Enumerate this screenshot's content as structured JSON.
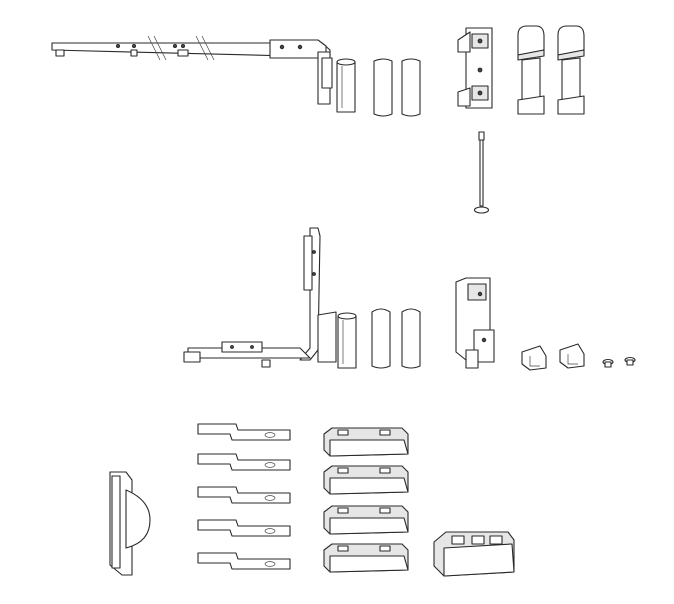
{
  "colors": {
    "line": "#2a2a2a",
    "background": "#ffffff",
    "shade": "#e6e6e6"
  },
  "parts": [
    "top-stay-arm",
    "hinge-sleeve",
    "hinge-pin-cover-1",
    "hinge-pin-cover-2",
    "top-hinge-bracket",
    "cap-1",
    "cap-2",
    "hinge-pin",
    "corner-drive-bottom-hinge",
    "sleeve-lower",
    "cover-lower-1",
    "cover-lower-2",
    "bottom-hinge-bracket",
    "clip-1",
    "clip-2",
    "rivet-1",
    "rivet-2",
    "frame-plate",
    "striker-plate",
    "keeper-block",
    "keeper-block-base"
  ]
}
